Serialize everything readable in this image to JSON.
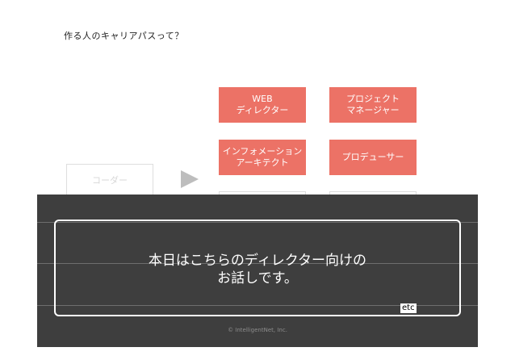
{
  "slide": {
    "title": "作る人のキャリアパスって？",
    "coder_label": "コーダー",
    "roles": [
      {
        "label": "WEB\nディレクター"
      },
      {
        "label": "プロジェクト\nマネージャー"
      },
      {
        "label": "インフォメーション\nアーキテクト"
      },
      {
        "label": "プロデューサー"
      }
    ],
    "etc_label": "etc"
  },
  "overlay": {
    "message": "本日はこちらのディレクター向けの\nお話しです。",
    "copyright": "© IntelligentNet, Inc."
  },
  "colors": {
    "role_fill": "#ec7266",
    "overlay_bg": "#3e3e3e"
  }
}
